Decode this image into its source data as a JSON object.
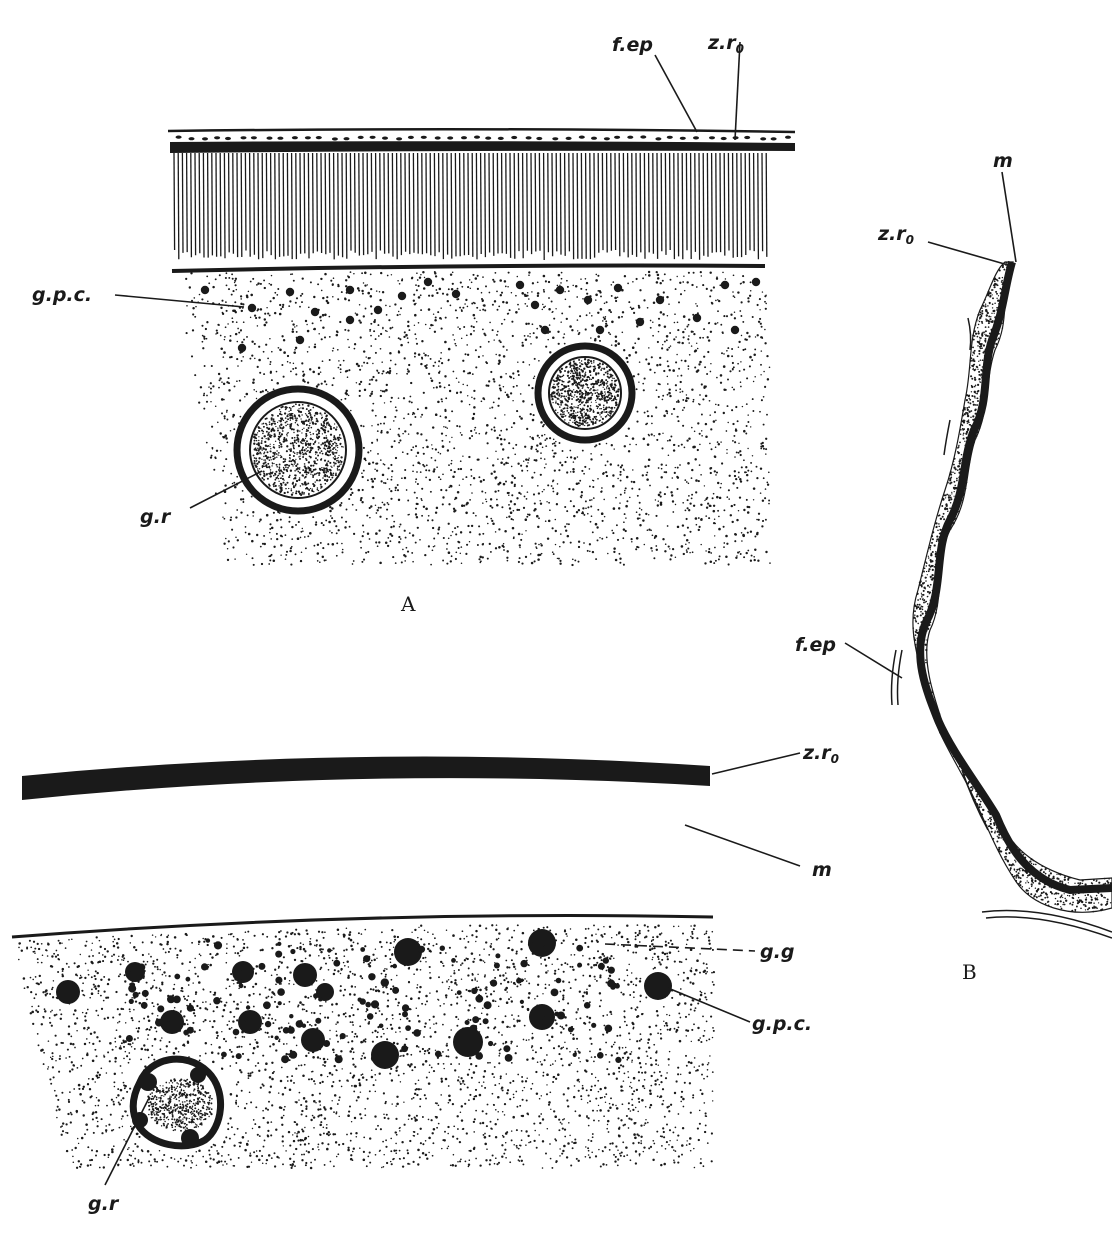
{
  "figure_a": {
    "panel_letter": "A",
    "labels": {
      "f_ep": "f.ep",
      "z_r0_main": "z.r",
      "z_r0_sub": "0",
      "g_p_c": "g.p.c.",
      "g_r": "g.r"
    }
  },
  "figure_b": {
    "panel_letter": "B",
    "labels": {
      "m": "m",
      "z_r0_main": "z.r",
      "z_r0_sub": "0",
      "f_ep": "f.ep"
    }
  },
  "figure_c": {
    "labels": {
      "z_r0_main": "z.r",
      "z_r0_sub": "0",
      "m": "m",
      "g_g": "g.g",
      "g_p_c": "g.p.c.",
      "g_r": "g.r"
    }
  },
  "colors": {
    "ink": "#1a1a1a",
    "paper": "#ffffff"
  }
}
